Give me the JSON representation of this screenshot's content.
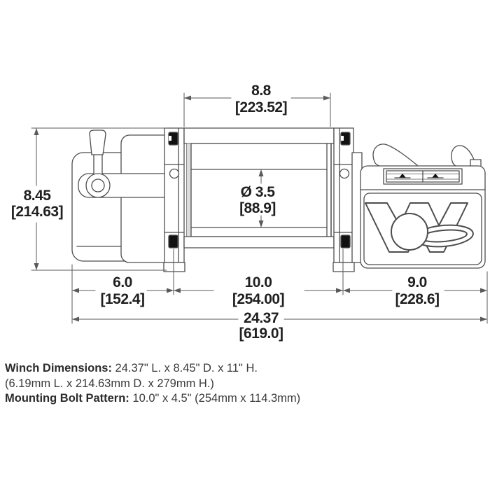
{
  "colors": {
    "line": "#4d4d4d",
    "dim_text": "#1f1f1f",
    "body_text": "#3a3a3a"
  },
  "drawing": {
    "logo_letter": "W",
    "dims": {
      "drum_width": {
        "in": "8.8",
        "mm": "[223.52]"
      },
      "height": {
        "in": "8.45",
        "mm": "[214.63]"
      },
      "drum_dia": {
        "in": "Ø 3.5",
        "mm": "[88.9]"
      },
      "offset_left": {
        "in": "6.0",
        "mm": "[152.4]"
      },
      "bolt_span": {
        "in": "10.0",
        "mm": "[254.00]"
      },
      "offset_right": {
        "in": "9.0",
        "mm": "[228.6]"
      },
      "overall": {
        "in": "24.37",
        "mm": "[619.0]"
      }
    }
  },
  "specs": {
    "dim_label": "Winch Dimensions:",
    "dim_value": "24.37\" L. x 8.45\" D. x 11\" H.",
    "dim_metric": "(6.19mm L. x 214.63mm D. x 279mm H.)",
    "bolt_label": "Mounting Bolt Pattern:",
    "bolt_value": "10.0\" x 4.5\" (254mm x 114.3mm)"
  }
}
